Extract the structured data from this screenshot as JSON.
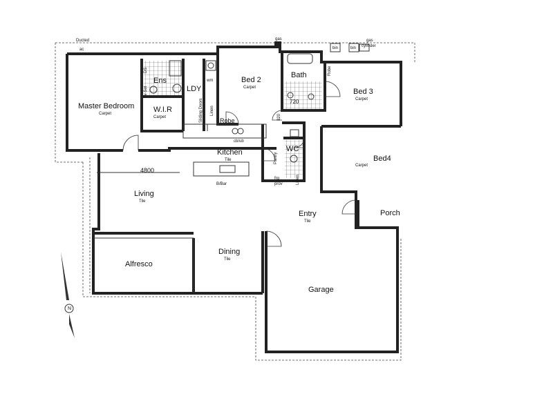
{
  "labels": {
    "ducted_ac": "Ducted",
    "ducted_ac2": "ac",
    "gas": "gas",
    "bin1": "bin",
    "bin2": "bin",
    "gas_cylinder_1": "gas",
    "gas_cylinder_2": "cylinder",
    "ens": "Ens",
    "ldy": "LDY",
    "wm": "wm",
    "ds": "DS",
    "bed2": "Bed 2",
    "bed2_floor": "Carpet",
    "bath": "Bath",
    "robe_bath": "Robe",
    "bed3": "Bed 3",
    "bed3_floor": "Carpet",
    "master": "Master Bedroom",
    "master_floor": "Carpet",
    "wir": "W.I.R",
    "wir_floor": "Carpet",
    "tv_set": "Tv Set",
    "linen1": "Linen",
    "sliding_doors": "Sliding Doors",
    "robe": "Robe",
    "dim_720": "720",
    "dim_820": "820",
    "cb_ub": "cb/ub",
    "kitchen": "Kitchen",
    "kitchen_floor": "Tile",
    "pantry": "Pantry",
    "wc": "WC",
    "dim_4800": "4800",
    "bbar": "B/Bar",
    "fdg_prov": "frg",
    "fdg_prov2": "prov",
    "linen2": "Linen",
    "bed4": "Bed4",
    "bed4_floor": "Carpet",
    "living": "Living",
    "living_floor": "Tile",
    "entry": "Entry",
    "entry_floor": "Tile",
    "porch": "Porch",
    "alfresco": "Alfresco",
    "dining": "Dining",
    "dining_floor": "Tile",
    "garage": "Garage",
    "north": "N"
  }
}
